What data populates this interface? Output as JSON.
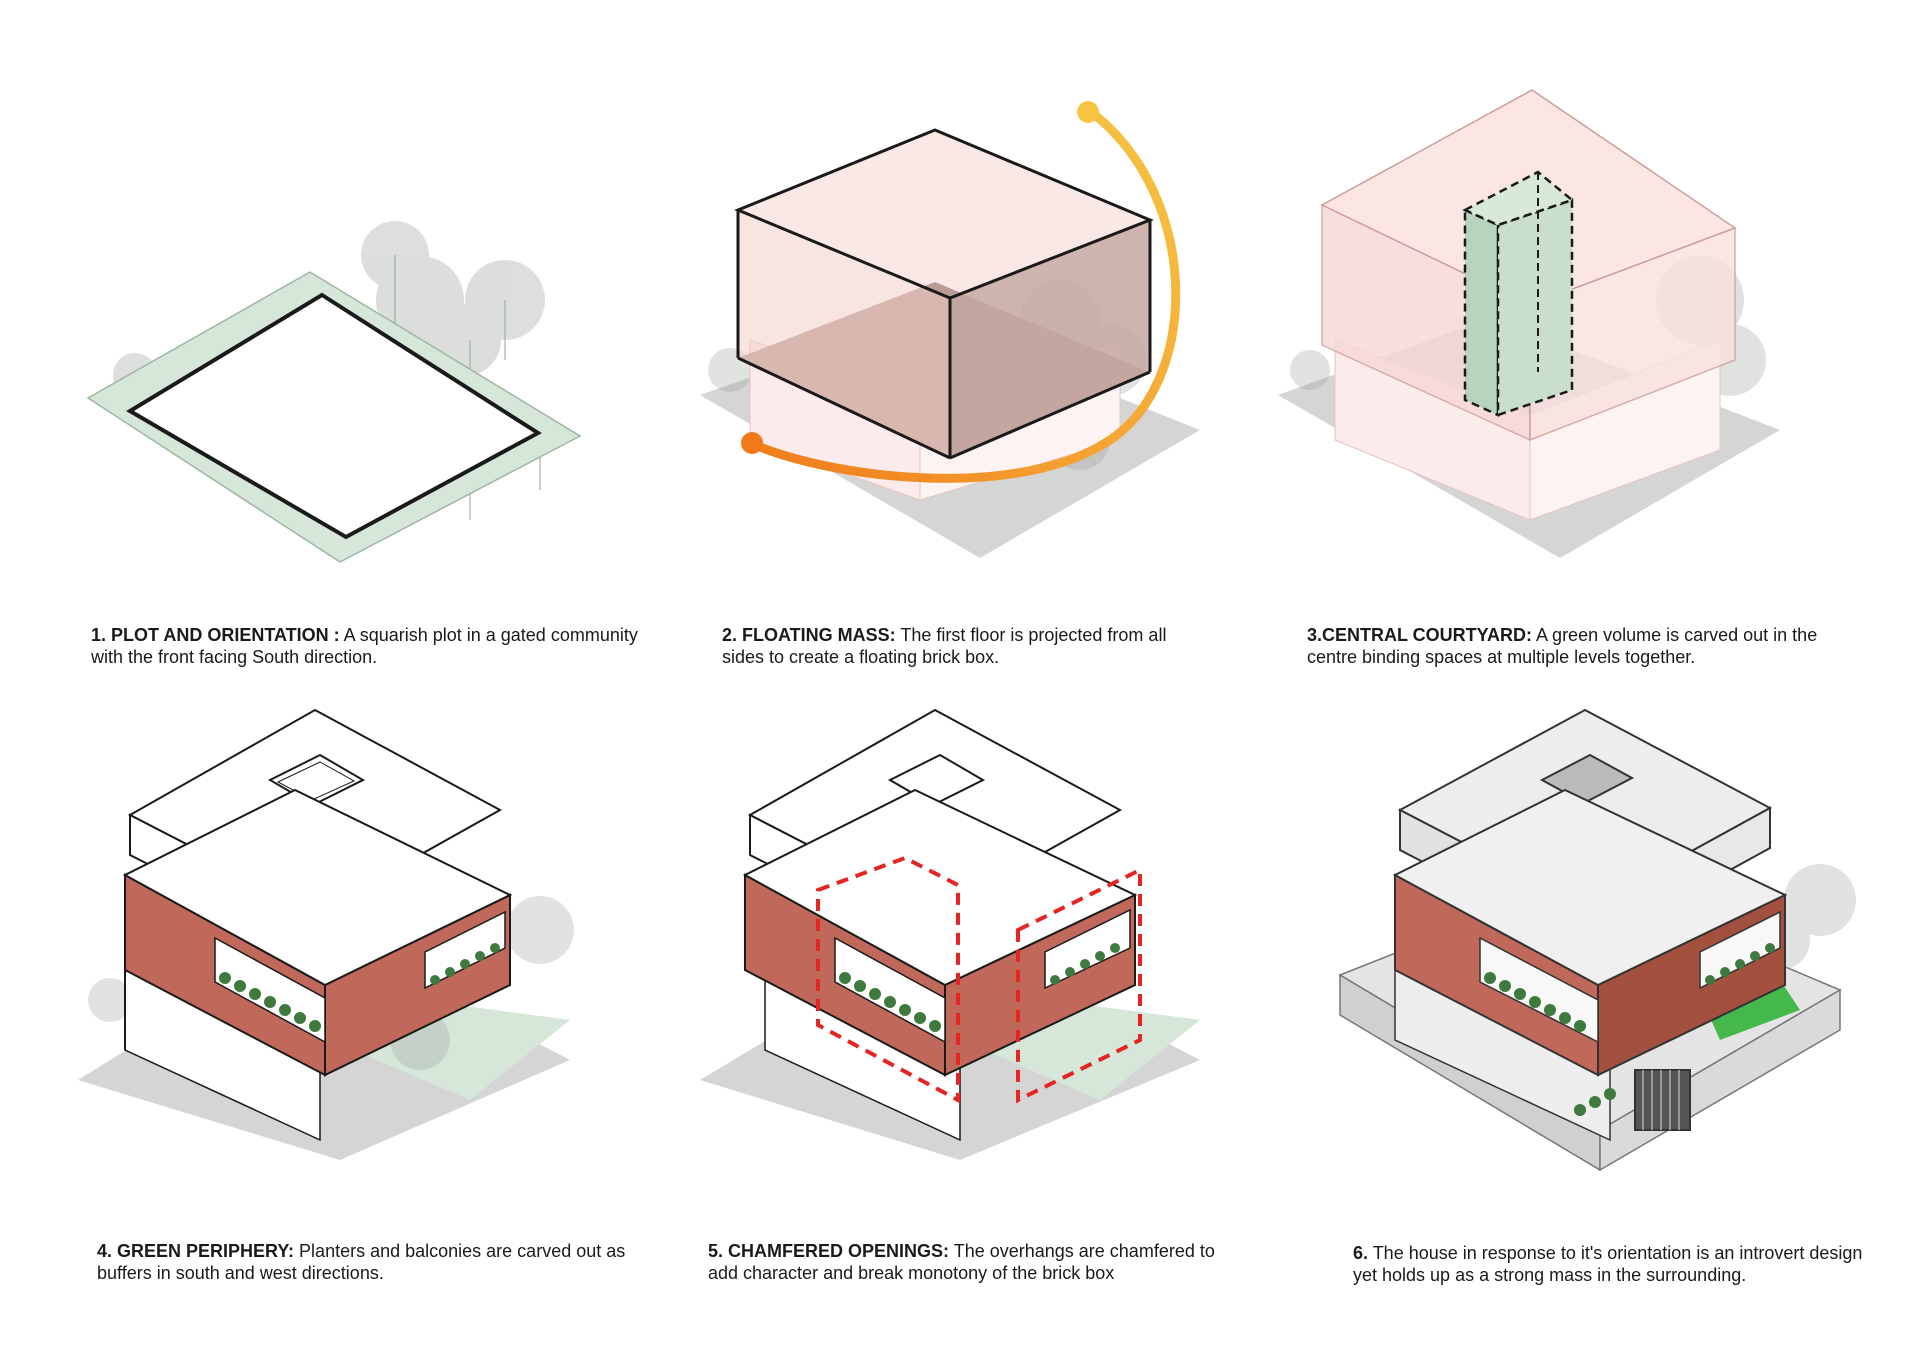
{
  "panels": [
    {
      "title": "1. PLOT AND ORIENTATION :",
      "body": " A squarish plot in a gated community with the front facing South direction."
    },
    {
      "title": "2. FLOATING MASS:",
      "body": " The first floor is projected from all sides to create a floating brick box."
    },
    {
      "title": "3.CENTRAL COURTYARD:",
      "body": " A green volume is carved out in the centre binding spaces at multiple levels together."
    },
    {
      "title": "4. GREEN PERIPHERY:",
      "body": "  Planters and balconies are carved out as buffers in south and west directions."
    },
    {
      "title": "5. CHAMFERED OPENINGS:",
      "body": " The overhangs are chamfered to add character and break monotony of the brick box"
    },
    {
      "title": "6.",
      "body": " The house in response to it's orientation is an introvert design yet holds up as a strong mass in the surrounding."
    }
  ],
  "colors": {
    "ink": "#1a1a1a",
    "brick": "#c0695a",
    "brick_dark": "#a3503f",
    "pink_volume": "#f6d6d3",
    "mass_floor": "#b89b95",
    "courtyard_green": "#cfe0cf",
    "plot_green": "#d6e6d9",
    "ground_grey": "#d5d5d5",
    "sun_yellow": "#f5c542",
    "sun_orange": "#f07a1a",
    "dash_red": "#e52424",
    "planter_green": "#3e7a3e",
    "lawn_green": "#44b84a"
  }
}
